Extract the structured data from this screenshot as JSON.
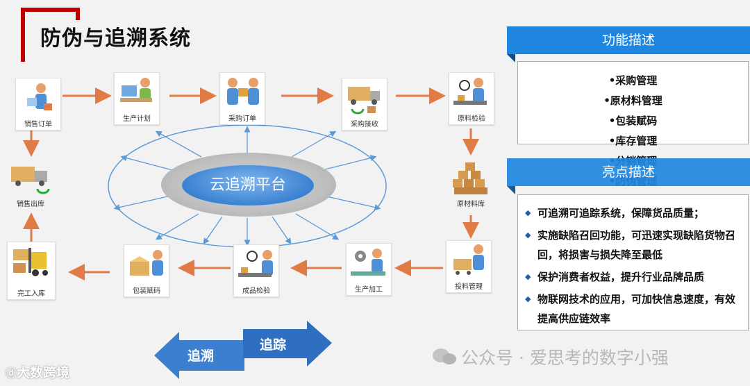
{
  "title": "防伪与追溯系统",
  "platform": "云追溯平台",
  "nodes": {
    "sales_order": "销售订单",
    "production_plan": "生产计划",
    "purchase_order": "采购订单",
    "purchase_receive": "采购接收",
    "material_inspect": "原料检验",
    "raw_warehouse": "原材料库",
    "feed_manage": "投料管理",
    "production": "生产加工",
    "product_inspect": "成品检验",
    "packaging_code": "包装赋码",
    "finished_warehouse": "完工入库",
    "sales_outbound": "销售出库"
  },
  "function_panel": {
    "title": "功能描述",
    "items": [
      "•采购管理",
      "•原材料管理",
      "•包装赋码",
      "•库存管理",
      "•分销管理",
      "•防伪管理"
    ]
  },
  "highlight_panel": {
    "title": "亮点描述",
    "items": [
      "可追溯可追踪系统，保障货品质量；",
      "实施缺陷召回功能，可迅速实现缺陷货物召回，将损害与损失降至最低",
      "保护消费者权益，提升行业品牌品质",
      "物联网技术的应用，可加快信息速度，有效提高供应链效率"
    ]
  },
  "bottom_arrows": {
    "left": "追溯",
    "right": "追踪"
  },
  "watermark_right": "公众号 · 爱思考的数字小强",
  "watermark_left": "大数跨境",
  "colors": {
    "accent_red": "#c00000",
    "panel_blue": "#1f87e0",
    "flow_arrow": "#e07b45",
    "ring": "#5a9ad8"
  }
}
